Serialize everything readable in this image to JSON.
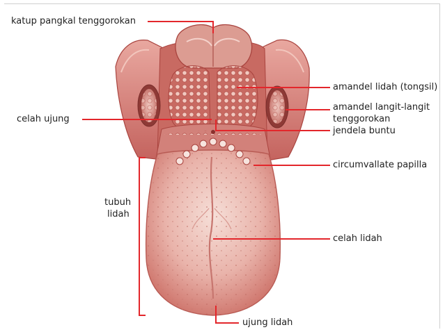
{
  "labels": {
    "epiglottis": "katup pangkal tenggorokan",
    "lingual_tonsil": "amandel lidah (tongsil)",
    "palatine_tonsil_line1": "amandel langit-langit",
    "palatine_tonsil_line2": "tenggorokan",
    "median_sulcus_tip": "celah ujung",
    "foramen_cecum": "jendela buntu",
    "circumvallate": "circumvallate papilla",
    "body_line1": "tubuh",
    "body_line2": "lidah",
    "median_sulcus": "celah lidah",
    "tip": "ujung lidah"
  },
  "colors": {
    "leader": "#e3262b",
    "text": "#222222",
    "tongue_base": "#d88f86",
    "tongue_light": "#f3d6cf",
    "tissue_dark": "#b8504c"
  }
}
